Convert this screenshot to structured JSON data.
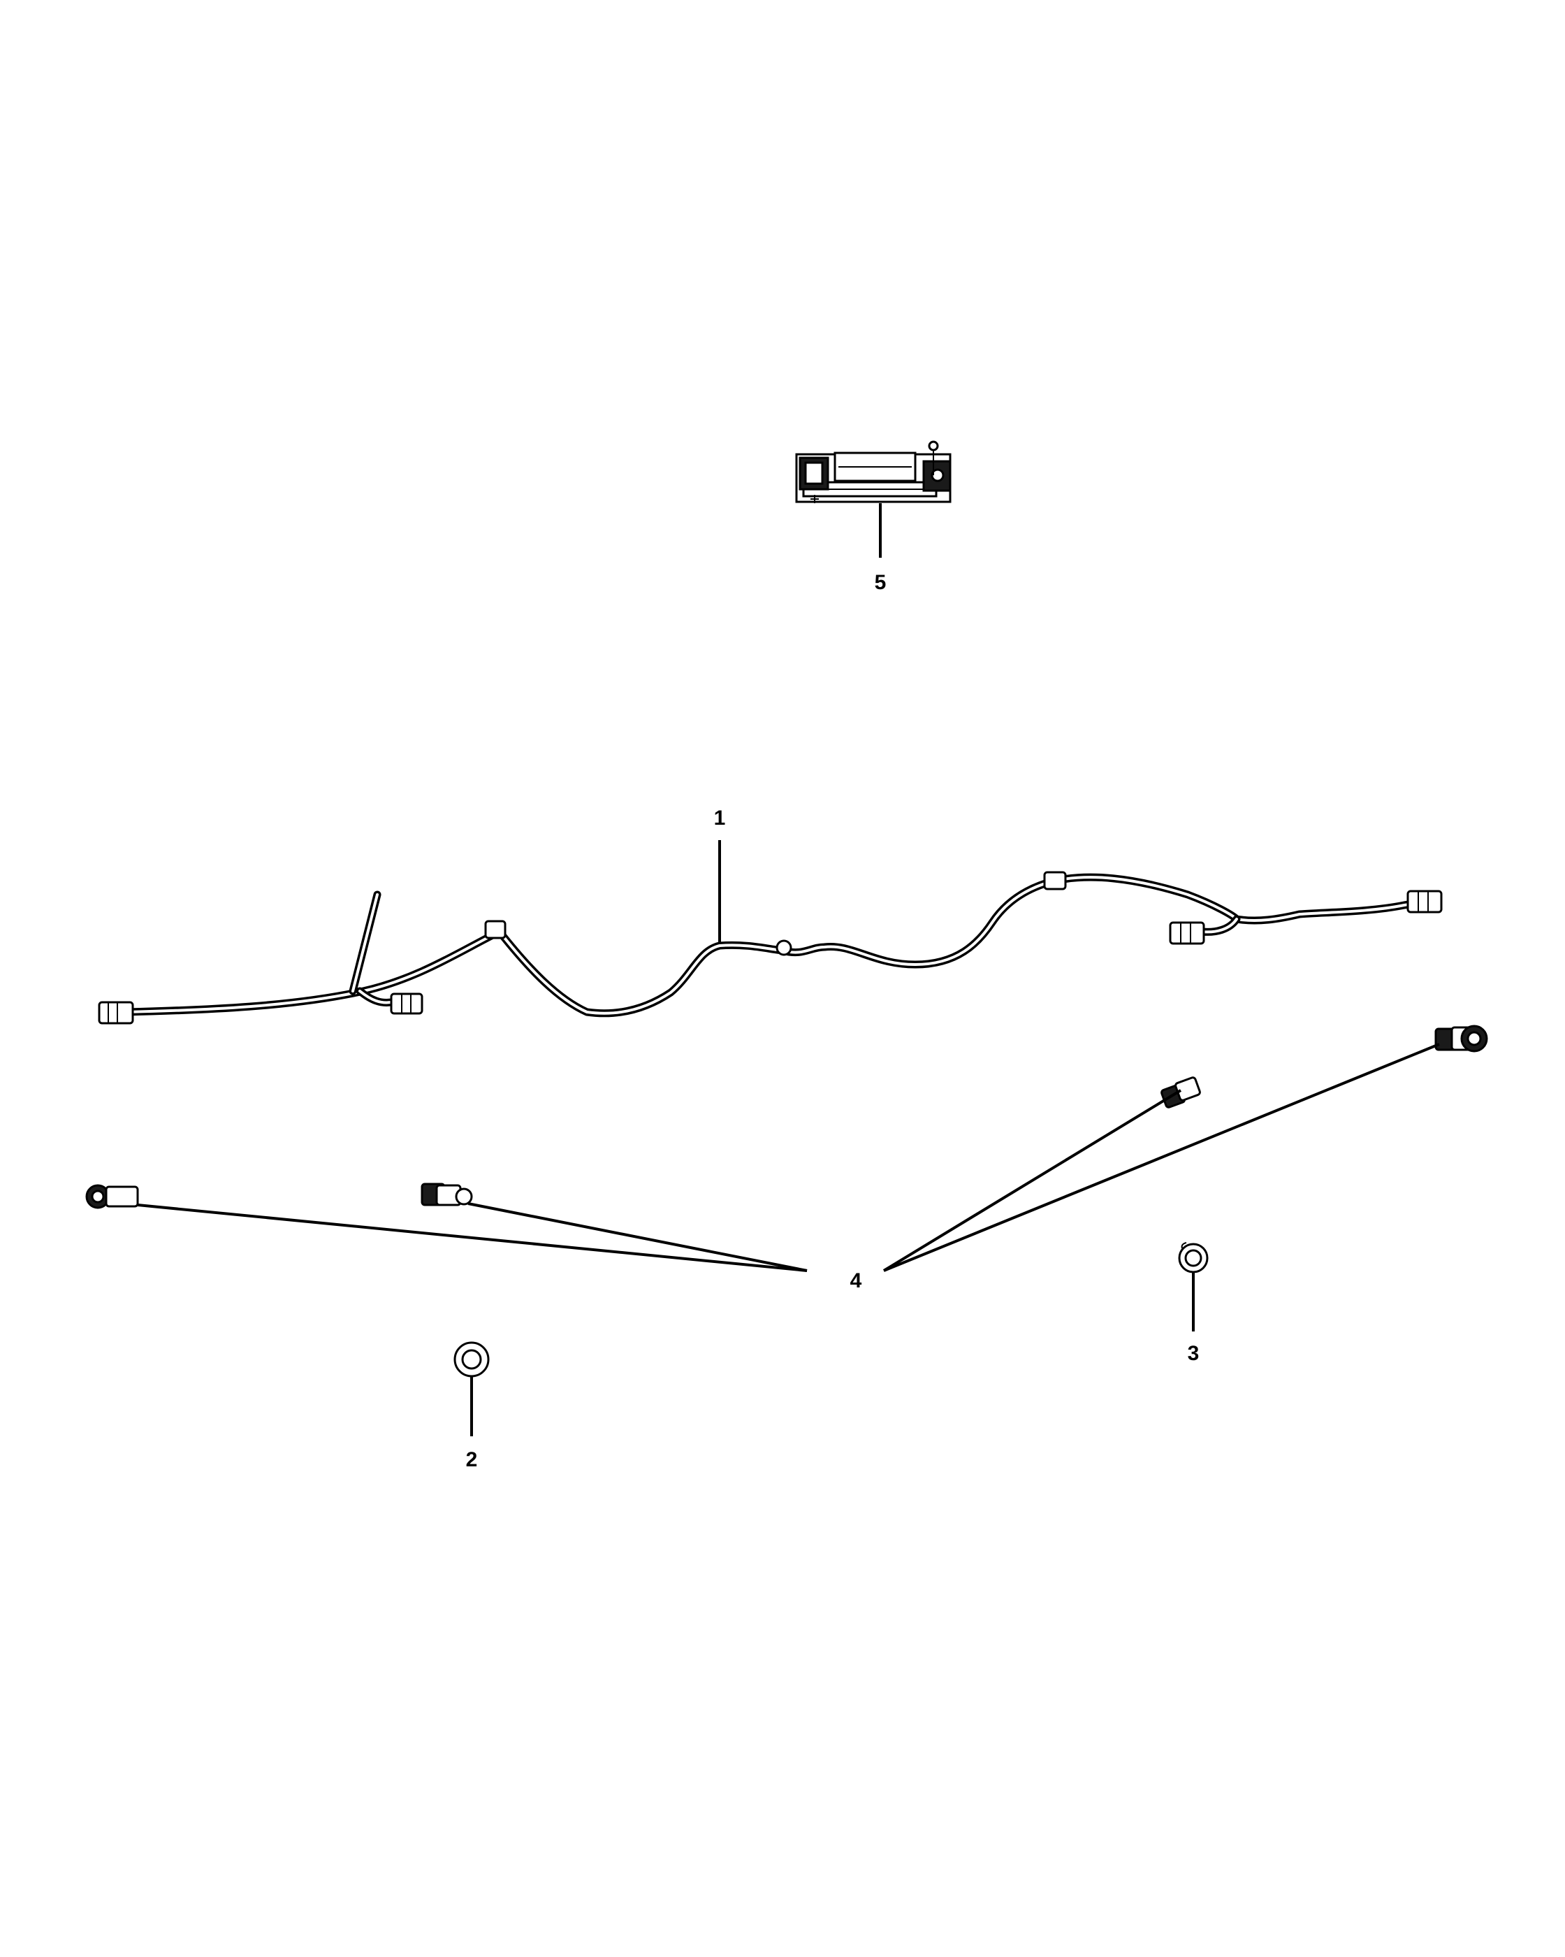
{
  "callouts": {
    "wiring_harness": "1",
    "bezel_left": "2",
    "bezel_right": "3",
    "park_assist_sensor": "4",
    "park_assist_module": "5"
  }
}
